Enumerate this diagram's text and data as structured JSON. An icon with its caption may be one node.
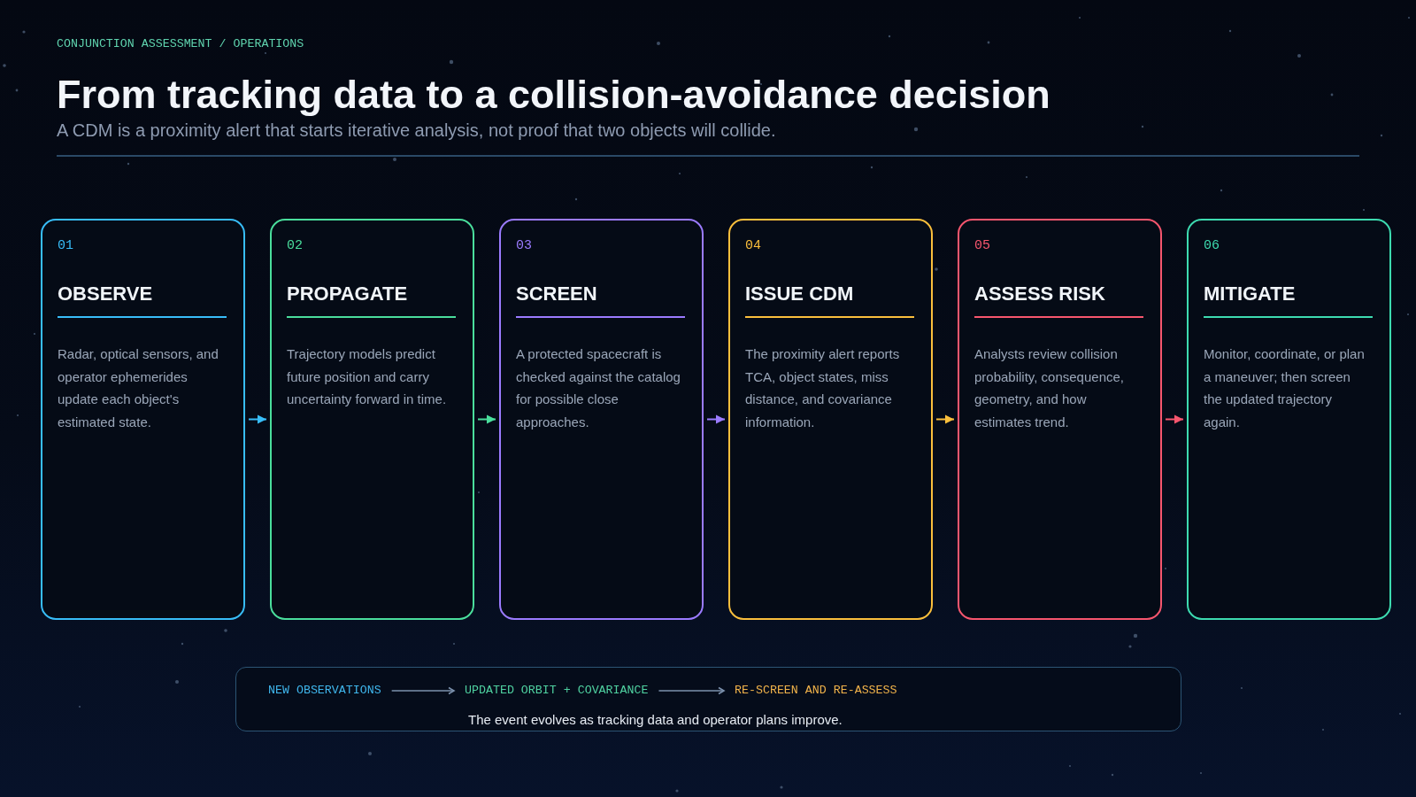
{
  "diagram": {
    "title": "From tracking data to a collision-avoidance decision",
    "nodes": [
      {
        "text": [
          "01",
          "OBSERVE",
          "Radar, optical sensors, and operator ephemerides update each object's estimated state."
        ]
      },
      {
        "text": [
          "02",
          "PROPAGATE",
          "Trajectory models predict future position and carry uncertainty forward in time."
        ]
      },
      {
        "text": [
          "03",
          "SCREEN",
          "A protected spacecraft is checked against the catalog for possible close approaches."
        ]
      },
      {
        "text": [
          "04",
          "ISSUE CDM",
          "The proximity alert reports TCA, object states, miss distance, and covariance information."
        ]
      },
      {
        "text": [
          "05",
          "ASSESS RISK",
          "Analysts review collision probability, consequence, geometry, and how estimates trend."
        ]
      },
      {
        "text": [
          "06",
          "MITIGATE",
          "Monitor, coordinate, or plan a maneuver; then screen the updated trajectory again."
        ]
      },
      {
        "text": [
          "The event evolves as tracking data and operator plans improve."
        ]
      },
      {
        "text": [
          "NEW OBSERVATIONS"
        ],
        "in": 6
      },
      {
        "text": [
          "UPDATED ORBIT + COVARIANCE"
        ],
        "in": 6
      },
      {
        "text": [
          "RE-SCREEN AND RE-ASSESS"
        ],
        "in": 6
      }
    ],
    "edges": [
      {
        "from": 0,
        "to": 1,
        "arrow": "to",
        "color": "#38bdf8"
      },
      {
        "from": 1,
        "to": 2,
        "arrow": "to",
        "color": "#4ade9c"
      },
      {
        "from": 2,
        "to": 3,
        "arrow": "to",
        "color": "#9b7bff"
      },
      {
        "from": 3,
        "to": 4,
        "arrow": "to",
        "color": "#fbbf3c"
      },
      {
        "from": 4,
        "to": 5,
        "arrow": "to",
        "color": "#f7566e"
      },
      {
        "from": 7,
        "to": 8,
        "arrow": "to"
      },
      {
        "from": 8,
        "to": 9,
        "arrow": "to"
      }
    ],
    "labels": [
      "CONJUNCTION ASSESSMENT / OPERATIONS",
      "A CDM is a proximity alert that starts iterative analysis, not proof that two objects will collide."
    ]
  }
}
